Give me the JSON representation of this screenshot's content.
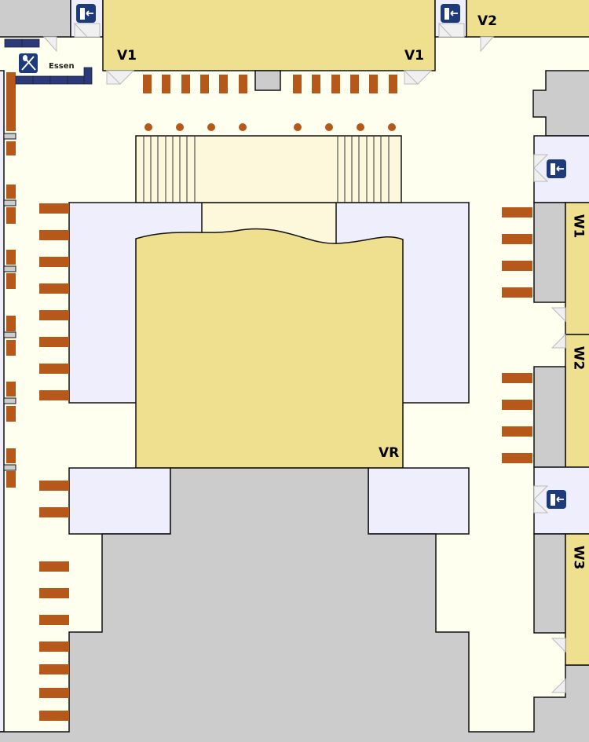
{
  "rooms": {
    "v1": "V1",
    "v2": "V2",
    "vr": "VR",
    "w1": "W1",
    "w2": "W2",
    "w3": "W3"
  },
  "amenities": {
    "food_label": "Essen"
  },
  "icons": [
    "exit-icon",
    "food-icon"
  ],
  "colors": {
    "background": "#fffff0",
    "room_khaki": "#eee08f",
    "lavender": "#eeeefc",
    "gray": "#cccccc",
    "bench": "#b5581a",
    "navy": "#2a3a7a"
  }
}
